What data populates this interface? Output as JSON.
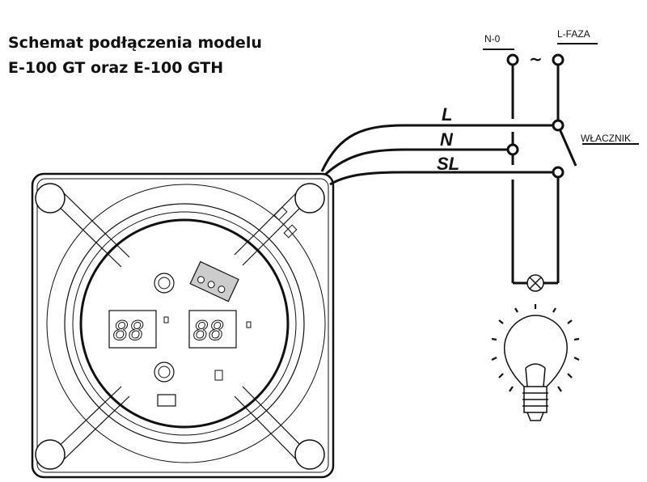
{
  "title": {
    "line1": "Schemat podłączenia modelu",
    "line2": "E-100 GT oraz E-100 GTH"
  },
  "wires": {
    "l": "L",
    "n": "N",
    "sl": "SL"
  },
  "terminals": {
    "neutral": "N-0",
    "phase": "L-FAZA",
    "ac_symbol": "~"
  },
  "switch_label": "WŁACZNIK"
}
